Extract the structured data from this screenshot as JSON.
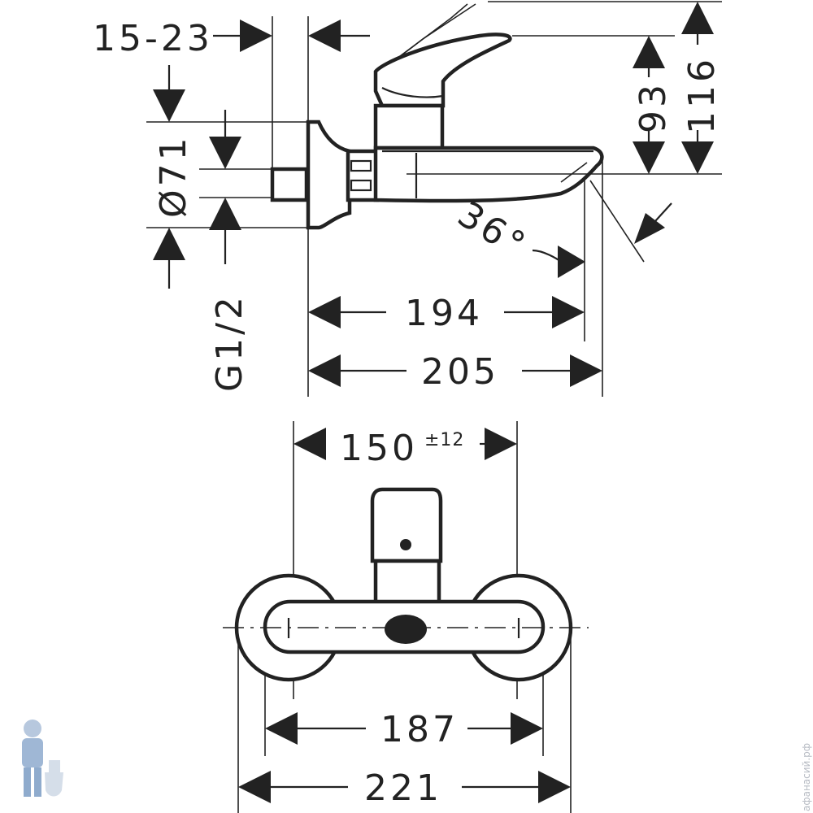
{
  "dimensions": {
    "wall_offset": "15-23",
    "rosette_diameter": "Ø71",
    "thread": "G1/2",
    "handle_height": "93",
    "total_height": "116",
    "angle": "36°",
    "spout_length": "194",
    "overall_length": "205",
    "center_distance": "150",
    "center_tolerance": "±12",
    "body_width": "187",
    "overall_width": "221"
  },
  "watermark": {
    "text": "афанасий.рф",
    "icon": "plumber-mascot-icon"
  },
  "colors": {
    "line": "#222222",
    "background": "#ffffff",
    "watermark": "#9fb6d3"
  }
}
